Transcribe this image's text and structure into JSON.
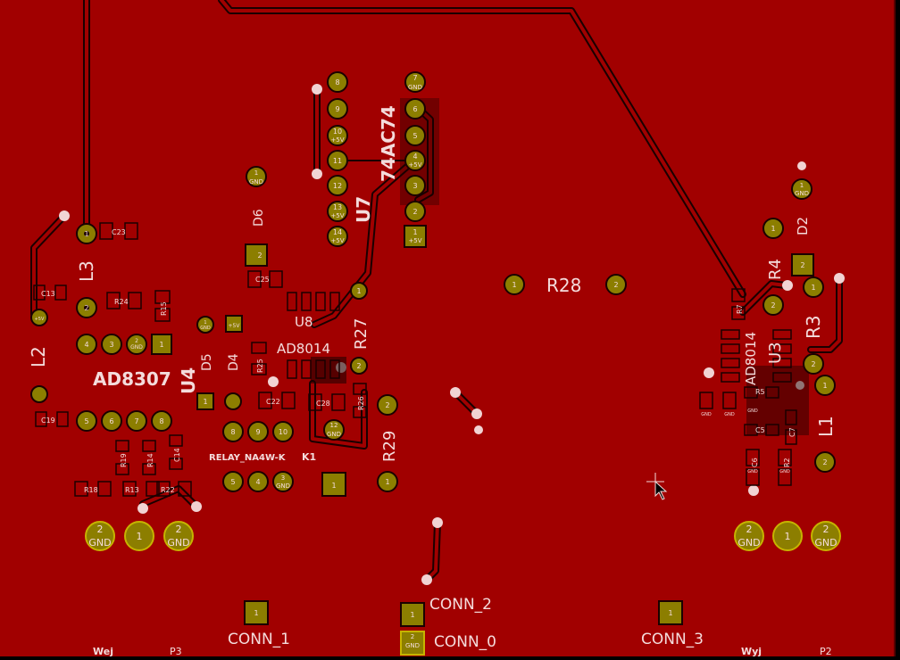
{
  "colors": {
    "background": "#000000",
    "copper": "#990000",
    "copper_fill": "#a10000",
    "pad": "#8c7e00",
    "pad_rim": "#c6b400",
    "silk": "#f4dcdc",
    "via": "#f1d3d3"
  },
  "labels": {
    "ad8307": "AD8307",
    "l3": "L3",
    "l2": "L2",
    "u4": "U4",
    "d5": "D5",
    "d4": "D4",
    "d6": "D6",
    "u8": "U8",
    "ad8014_left": "AD8014",
    "r27": "R27",
    "u7": "U7",
    "ic_74ac74": "74AC74",
    "r28": "R28",
    "r29": "R29",
    "relay": "RELAY_NA4W-K",
    "k1": "K1",
    "r4": "R4",
    "d2": "D2",
    "r3": "R3",
    "u3": "U3",
    "ad8014_right": "AD8014",
    "l1": "L1",
    "conn_1": "CONN_1",
    "conn_2": "CONN_2",
    "conn_0": "CONN_0",
    "conn_3": "CONN_3",
    "wej": "Wej",
    "p3": "P3",
    "wyj": "Wyj",
    "p2": "P2"
  },
  "small_labels": {
    "c23": "C23",
    "c13": "C13",
    "r24": "R24",
    "r15": "R15",
    "c19": "C19",
    "r19": "R19",
    "r14": "R14",
    "c14": "C14",
    "r18": "R18",
    "r13": "R13",
    "r22": "R22",
    "c25": "C25",
    "r25": "R25",
    "c22": "C22",
    "c28": "C28",
    "r26": "R26",
    "r7": "R7",
    "r5": "R5",
    "c5": "C5",
    "c7": "C7",
    "c6": "C6",
    "r2": "R2"
  },
  "pads": {
    "gnd": "GND",
    "plus5v": "+5V",
    "p1": "1",
    "p2": "2",
    "p3": "3",
    "p4": "4",
    "p5": "5",
    "p6": "6",
    "p7": "7",
    "p8": "8",
    "p9": "9",
    "p10": "10",
    "p11": "11",
    "p12": "12",
    "p13": "13",
    "p14": "14"
  }
}
